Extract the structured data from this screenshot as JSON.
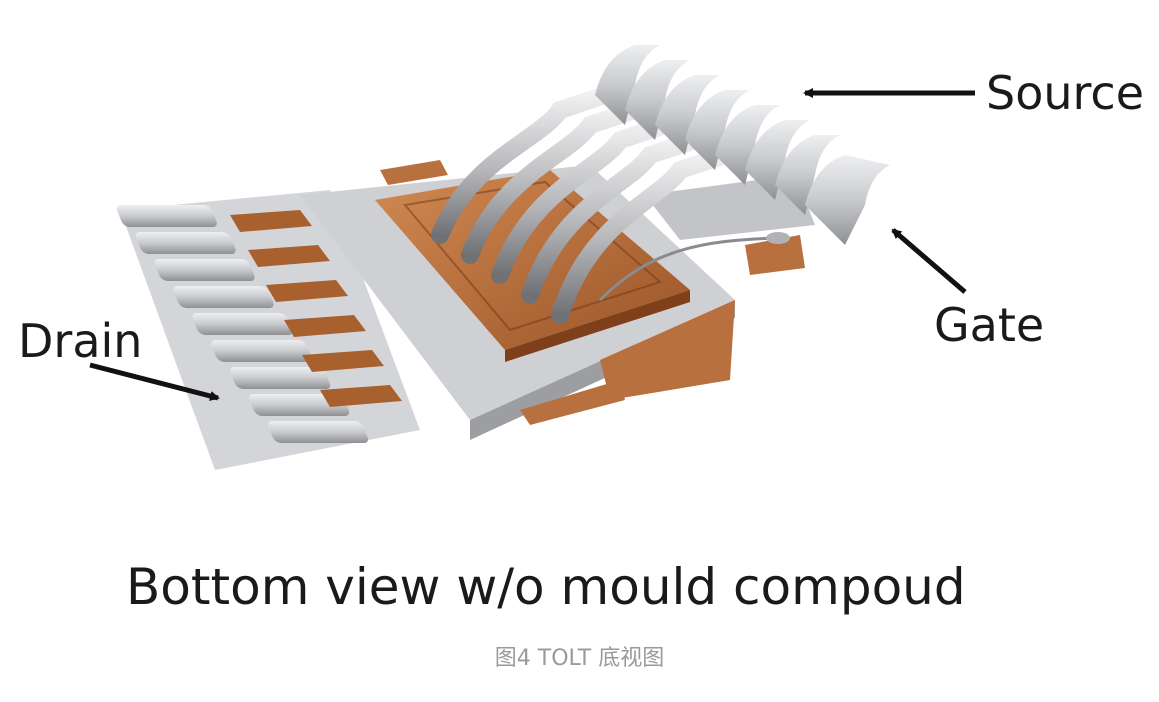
{
  "labels": {
    "source": "Source",
    "drain": "Drain",
    "gate": "Gate"
  },
  "caption": {
    "main": "Bottom view w/o mould compoud",
    "sub": "图4  TOLT 底视图"
  },
  "colors": {
    "copper": "#b8703e",
    "copper_dark": "#8a4a22",
    "lead_silver": "#c9cacd",
    "lead_shadow": "#8e9094",
    "arrow": "#111111",
    "caption_sub": "#9a9a9a"
  }
}
